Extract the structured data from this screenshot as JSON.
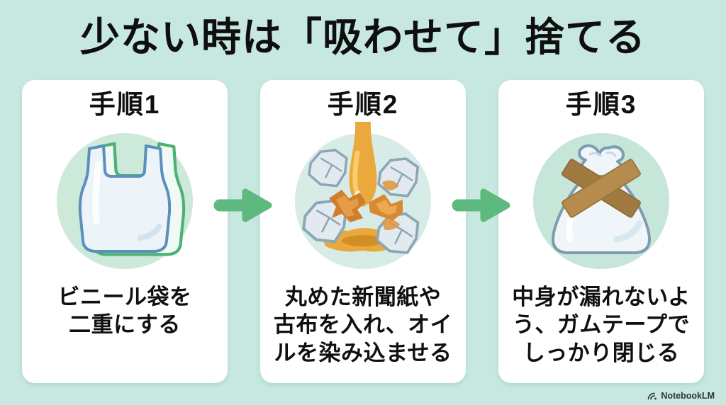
{
  "title": "少ない時は「吸わせて」捨てる",
  "steps": [
    {
      "heading": "手順1",
      "icon": "double-plastic-bag-icon",
      "description": "ビニール袋を\n二重にする"
    },
    {
      "heading": "手順2",
      "icon": "oil-absorbing-paper-icon",
      "description": "丸めた新聞紙や\n古布を入れ、オイ\nルを染み込ませる"
    },
    {
      "heading": "手順3",
      "icon": "taped-sealed-bag-icon",
      "description": "中身が漏れないよ\nう、ガムテープで\nしっかり閉じる"
    }
  ],
  "footer": {
    "brand": "NotebookLM"
  },
  "colors": {
    "background": "#c7e8e1",
    "card": "#ffffff",
    "arrow_green": "#5db97e",
    "title_text": "#0f0f0f",
    "circle_step1": "#cde9da",
    "circle_step2": "#d7ebe7",
    "circle_step3": "#c6e6d9",
    "oil_orange": "#eaa93c",
    "oil_highlight": "#f8cc6a",
    "rag_orange": "#d88932",
    "tape_brown": "#ab8246",
    "bag_outline_blue": "#5a8fbe",
    "bag_outline_green": "#4db176",
    "bag_outline_gray": "#7e9cb0",
    "paper_fill": "#e2eaef",
    "paper_outline": "#8ba6b6"
  }
}
